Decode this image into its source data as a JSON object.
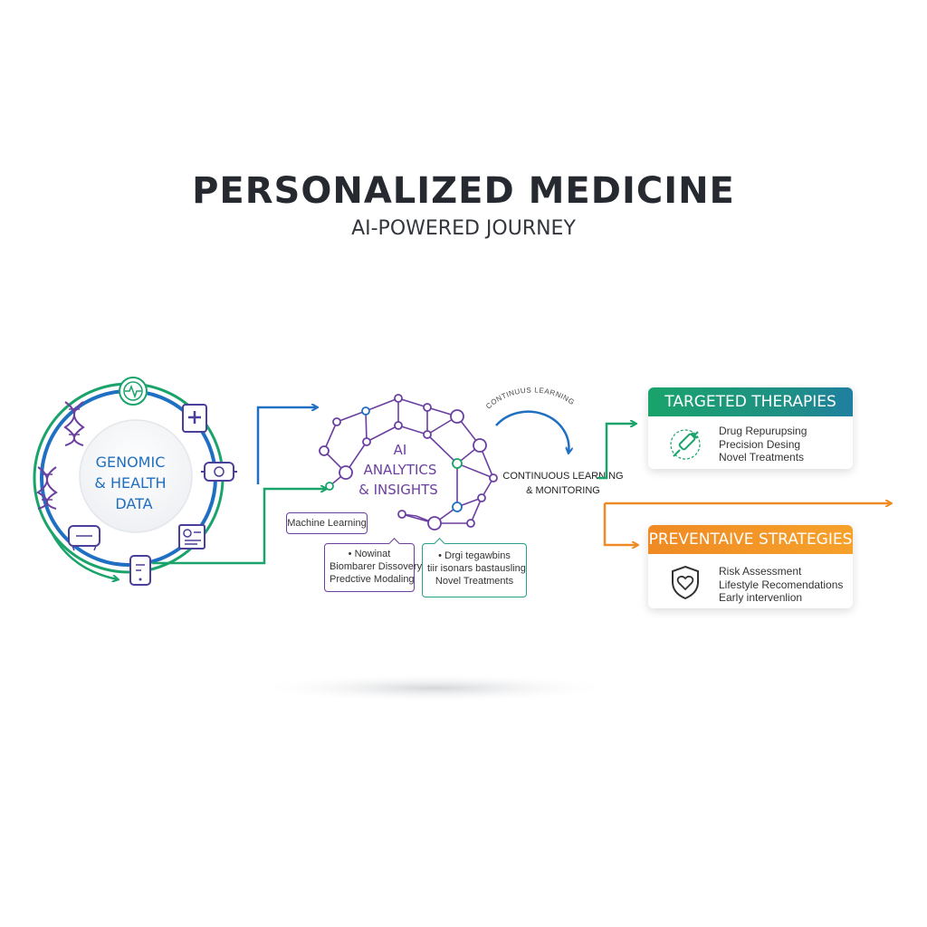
{
  "title": "PERSONALIZED MEDICINE",
  "subtitle": "AI-POWERED JOURNEY",
  "colors": {
    "blue": "#1f6fc2",
    "green": "#1aa36b",
    "purple": "#6b3fa0",
    "teal": "#27a08c",
    "orange": "#f08a24",
    "text": "#262a30"
  },
  "hub": {
    "lines": [
      "GENOMIC",
      "& HEALTH",
      "DATA"
    ],
    "icons": [
      "heartbeat-icon",
      "medical-file-icon",
      "dna-icon",
      "wearable-icon",
      "dna-icon",
      "chart-report-icon",
      "vr-headset-icon",
      "smartphone-icon"
    ]
  },
  "ai": {
    "lines": [
      "AI",
      "ANALYTICS",
      "& INSIGHTS"
    ],
    "label_machine_learning": "Machine Learning",
    "callout_left": [
      "• Nowinat",
      "Biombarer Dissovery",
      "Predctive Modaling"
    ],
    "callout_right": [
      "• Drgi tegawbins",
      "tiir isonars bastausling",
      "Novel Treatments"
    ]
  },
  "loop": {
    "arc_text": "CONTINUUS LEARNING",
    "lines": [
      "CONTINUOUS LEARNING",
      "& MONITORING"
    ]
  },
  "cards": {
    "targeted": {
      "header": "TARGETED THERAPIES",
      "items": [
        "Drug Repurupsing",
        "Precision Desing",
        "Novel Treatments"
      ],
      "icon": "syringe-icon"
    },
    "preventative": {
      "header": "PREVENTAIVE STRATEGIES",
      "items": [
        "Risk Assessment",
        "Lifestyle Recomendations",
        "Early intervenlion"
      ],
      "icon": "shield-heart-icon"
    }
  }
}
